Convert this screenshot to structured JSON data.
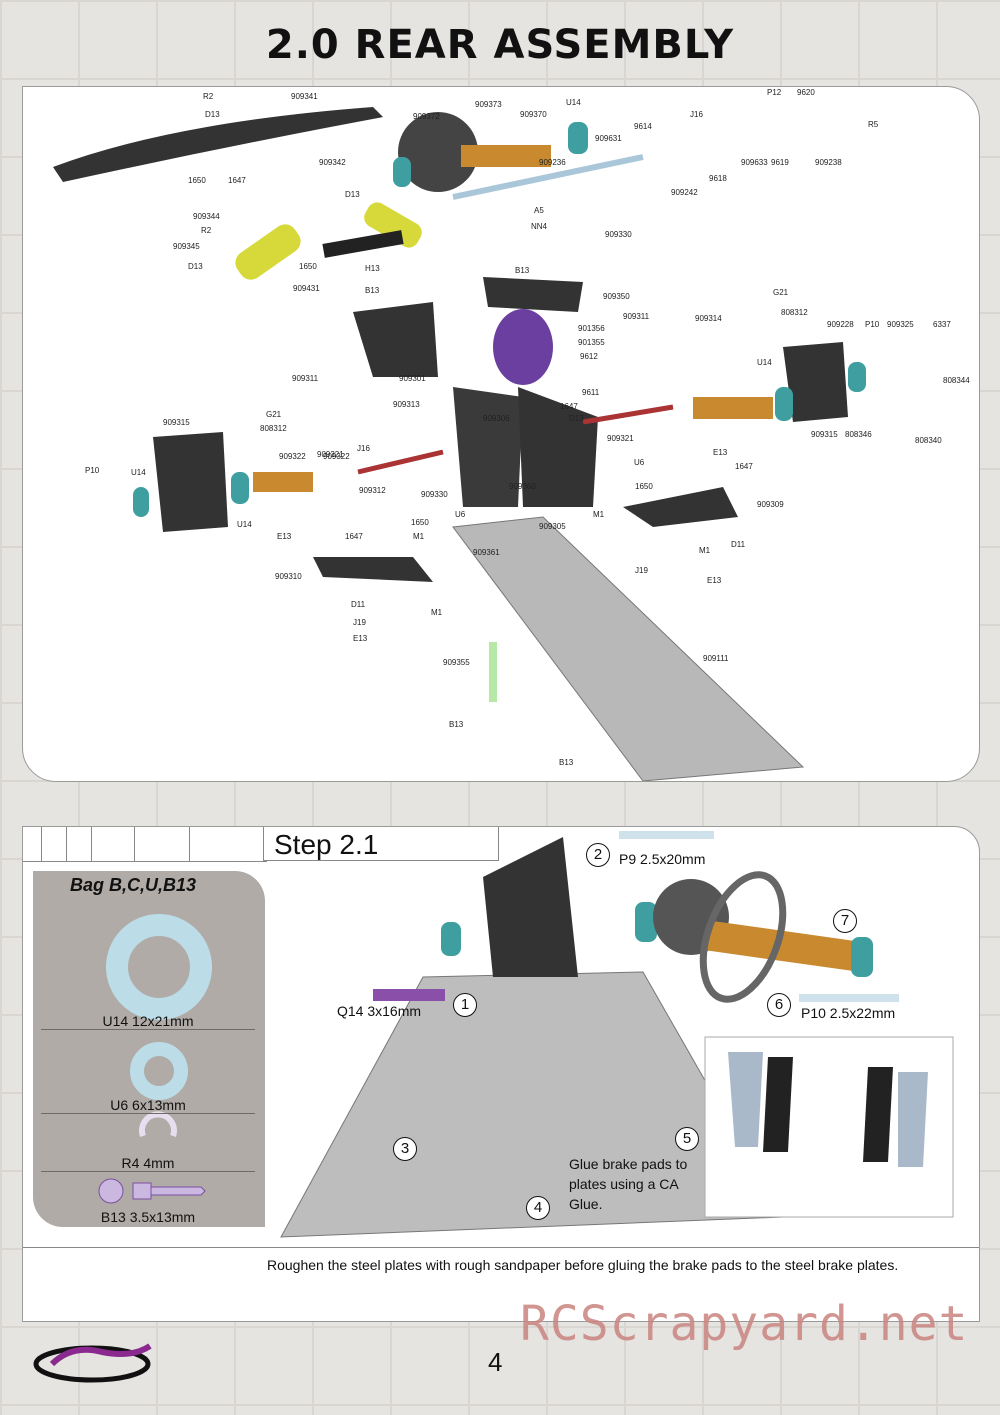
{
  "title": "2.0 REAR ASSEMBLY",
  "exploded_labels": [
    "R2",
    "909341",
    "D13",
    "909373",
    "909372",
    "909370",
    "U14",
    "9614",
    "J16",
    "P12",
    "9620",
    "R5",
    "909631",
    "909236",
    "909242",
    "9618",
    "909633",
    "9619",
    "909238",
    "909342",
    "1650",
    "1647",
    "909344",
    "R2",
    "909345",
    "D13",
    "D13",
    "A5",
    "NN4",
    "909330",
    "1650",
    "H13",
    "909431",
    "B13",
    "B13",
    "909350",
    "G21",
    "808312",
    "909228",
    "P10",
    "909325",
    "6337",
    "901356",
    "901355",
    "9612",
    "909311",
    "909314",
    "909301",
    "U14",
    "808344",
    "9611",
    "909311",
    "909313",
    "1647",
    "D13",
    "909315",
    "G21",
    "808312",
    "909306",
    "909321",
    "909322",
    "909315",
    "808346",
    "808340",
    "J16",
    "909321",
    "U6",
    "E13",
    "1647",
    "909322",
    "P10",
    "U14",
    "909360",
    "1650",
    "909312",
    "909330",
    "909305",
    "M1",
    "909309",
    "U14",
    "1650",
    "U6",
    "D11",
    "E13",
    "1647",
    "M1",
    "909361",
    "M1",
    "909310",
    "J19",
    "E13",
    "D11",
    "M1",
    "J19",
    "E13",
    "909355",
    "909111",
    "B13",
    "B13"
  ],
  "step": {
    "title": "Step 2.1",
    "bag_title": "Bag B,C,U,B13",
    "bag_items": [
      "U14   12x21mm",
      "U6   6x13mm",
      "R4   4mm",
      "B13   3.5x13mm"
    ],
    "callouts": {
      "p9": "P9  2.5x20mm",
      "q14": "Q14  3x16mm",
      "p10": "P10  2.5x22mm",
      "glue": "Glue brake pads to plates using a CA Glue."
    },
    "numbers": [
      "1",
      "2",
      "3",
      "4",
      "5",
      "6",
      "7"
    ],
    "note": "Roughen the steel plates with rough sandpaper before gluing the brake pads to the steel brake plates."
  },
  "page_number": "4",
  "watermark": "RCScrapyard.net",
  "colors": {
    "accent_purple": "#7a4fa0",
    "bearing_teal": "#3f9fa0",
    "brass": "#c98a2f",
    "logo_purple": "#8b2a8e"
  }
}
